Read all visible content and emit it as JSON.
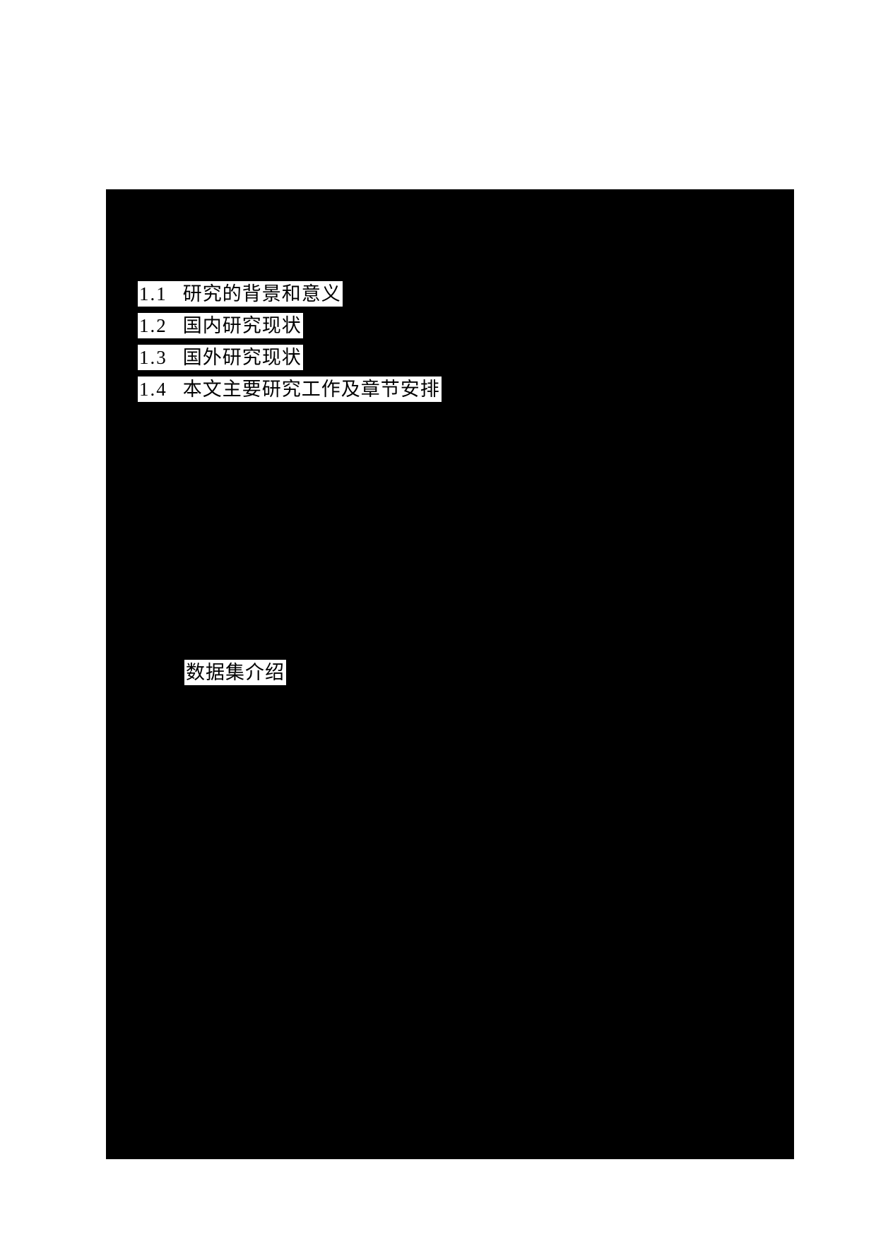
{
  "page": {
    "background_color": "#ffffff",
    "redaction_color": "#000000",
    "text_highlight_color": "#ffffff",
    "text_color": "#000000"
  },
  "headings": [
    {
      "number": "1.1",
      "title": "研究的背景和意义"
    },
    {
      "number": "1.2",
      "title": "国内研究现状"
    },
    {
      "number": "1.3",
      "title": "国外研究现状"
    },
    {
      "number": "1.4",
      "title": "本文主要研究工作及章节安排"
    }
  ],
  "labels": {
    "dataset_intro": "数据集介绍"
  }
}
